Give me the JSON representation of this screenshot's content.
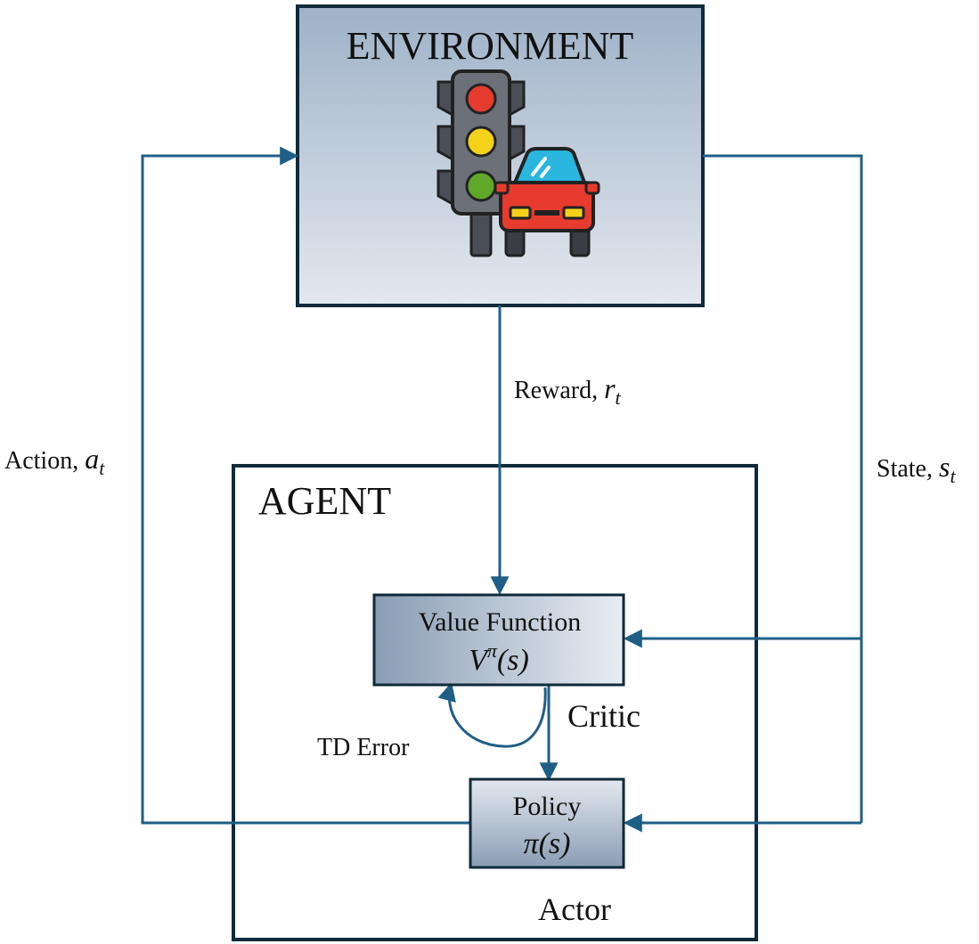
{
  "environment": {
    "title": "ENVIRONMENT",
    "icon": "traffic-light-and-car-icon"
  },
  "agent": {
    "title": "AGENT"
  },
  "value_function": {
    "label": "Value Function",
    "formula_base": "V",
    "formula_sup": "π",
    "formula_arg": "(s)"
  },
  "policy": {
    "label": "Policy",
    "formula": "π(s)"
  },
  "labels": {
    "reward_text": "Reward, ",
    "reward_symbol": "r",
    "reward_sub": "t",
    "action_text": "Action, ",
    "action_symbol": "a",
    "action_sub": "t",
    "state_text": "State, ",
    "state_symbol": "s",
    "state_sub": "t",
    "critic": "Critic",
    "actor": "Actor",
    "td_error": "TD Error"
  },
  "colors": {
    "arrow": "#1f5f86",
    "box_border": "#0f2a3a",
    "env_gradient_top": "#9fb2c8",
    "env_gradient_bottom": "#e3e8ef"
  }
}
